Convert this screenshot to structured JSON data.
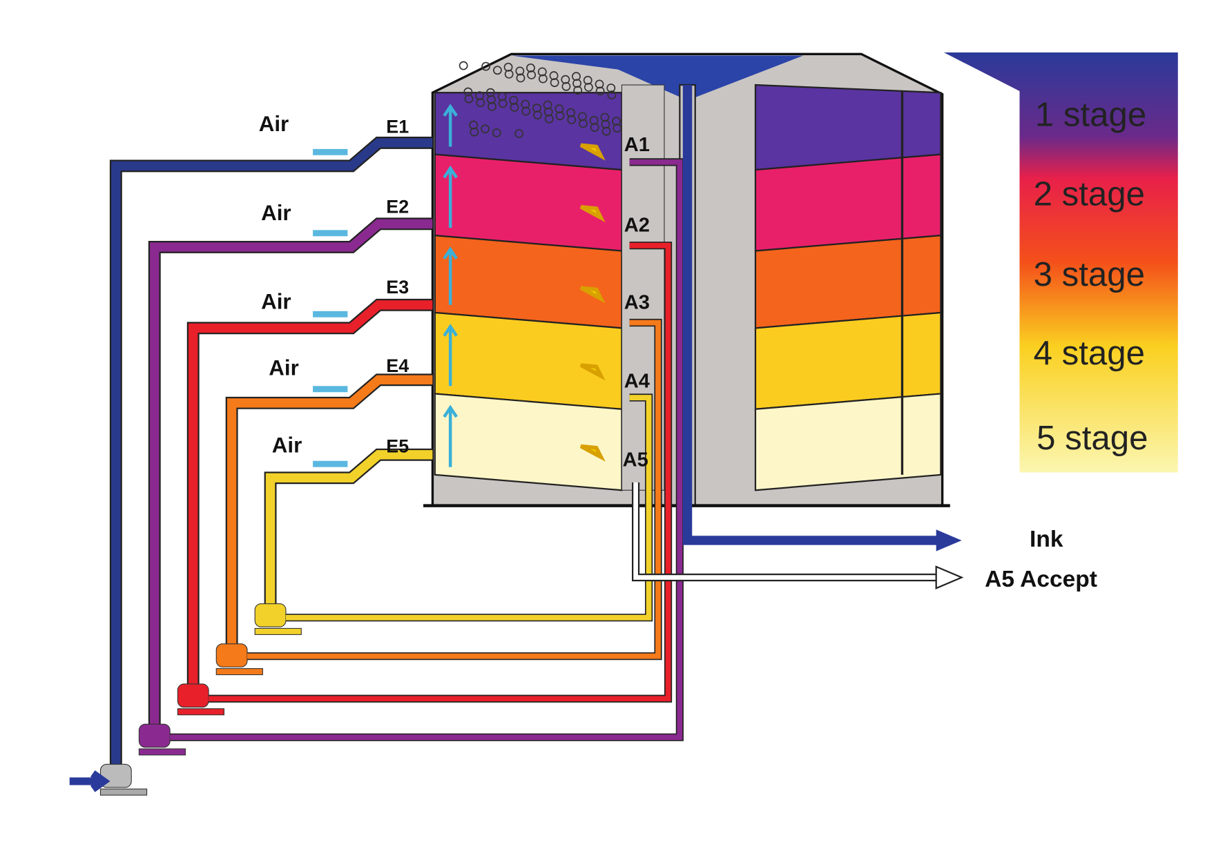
{
  "inlets": [
    {
      "air": "Air",
      "port": "E1",
      "color": "#2a3a8a"
    },
    {
      "air": "Air",
      "port": "E2",
      "color": "#8a2a90"
    },
    {
      "air": "Air",
      "port": "E3",
      "color": "#e8202a"
    },
    {
      "air": "Air",
      "port": "E4",
      "color": "#f47a1a"
    },
    {
      "air": "Air",
      "port": "E5",
      "color": "#f2d22a"
    }
  ],
  "outlets": [
    "A1",
    "A2",
    "A3",
    "A4",
    "A5"
  ],
  "legend": [
    {
      "label": "1 stage",
      "color": "#4a2a8a"
    },
    {
      "label": "2 stage",
      "color": "#e82050"
    },
    {
      "label": "3 stage",
      "color": "#f45a14"
    },
    {
      "label": "4 stage",
      "color": "#fad21a"
    },
    {
      "label": "5 stage",
      "color": "#fbf3a0"
    }
  ],
  "outputs": {
    "ink": "Ink",
    "accept": "A5 Accept"
  },
  "stage_colors": [
    "#5a34a0",
    "#e8206a",
    "#f4641c",
    "#fbcc20",
    "#fdf6c8"
  ]
}
